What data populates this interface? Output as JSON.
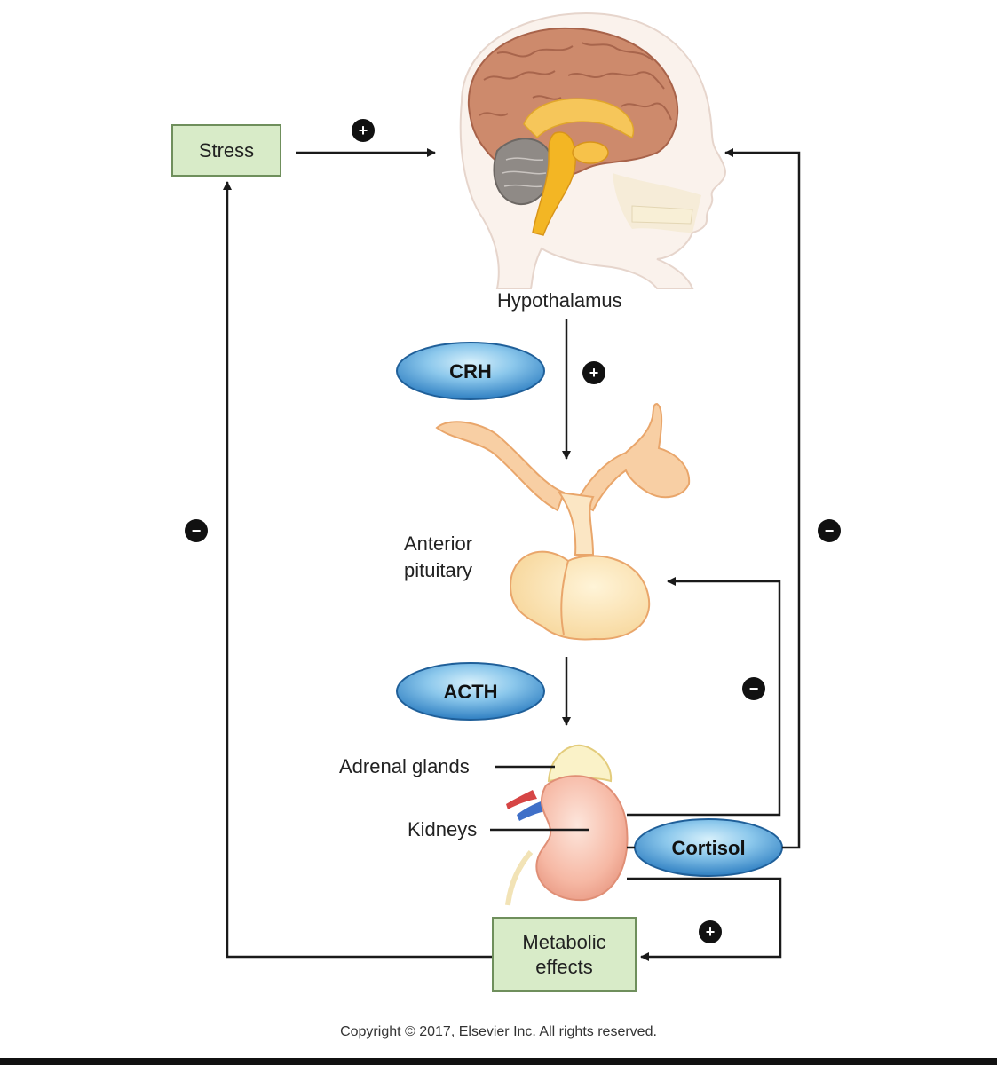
{
  "boxes": {
    "stress": "Stress",
    "metabolic": "Metabolic effects"
  },
  "labels": {
    "hypothalamus": "Hypothalamus",
    "anterior_pituitary": "Anterior pituitary",
    "adrenal_glands": "Adrenal glands",
    "kidneys": "Kidneys"
  },
  "hormones": {
    "crh": "CRH",
    "acth": "ACTH",
    "cortisol": "Cortisol"
  },
  "signs": {
    "plus": "+",
    "minus": "−"
  },
  "copyright": "Copyright © 2017, Elsevier Inc. All rights reserved.",
  "colors": {
    "box_fill": "#d8ebc8",
    "box_border": "#6f8f5c",
    "hormone_fill": "#2f86c9",
    "hormone_highlight": "#bfe3f7",
    "arrow": "#1a1a1a",
    "brain": "#c9866a",
    "brainstem": "#f2b51d",
    "gland_fill": "#fbe3b4",
    "kidney_fill": "#f6b3a0"
  }
}
